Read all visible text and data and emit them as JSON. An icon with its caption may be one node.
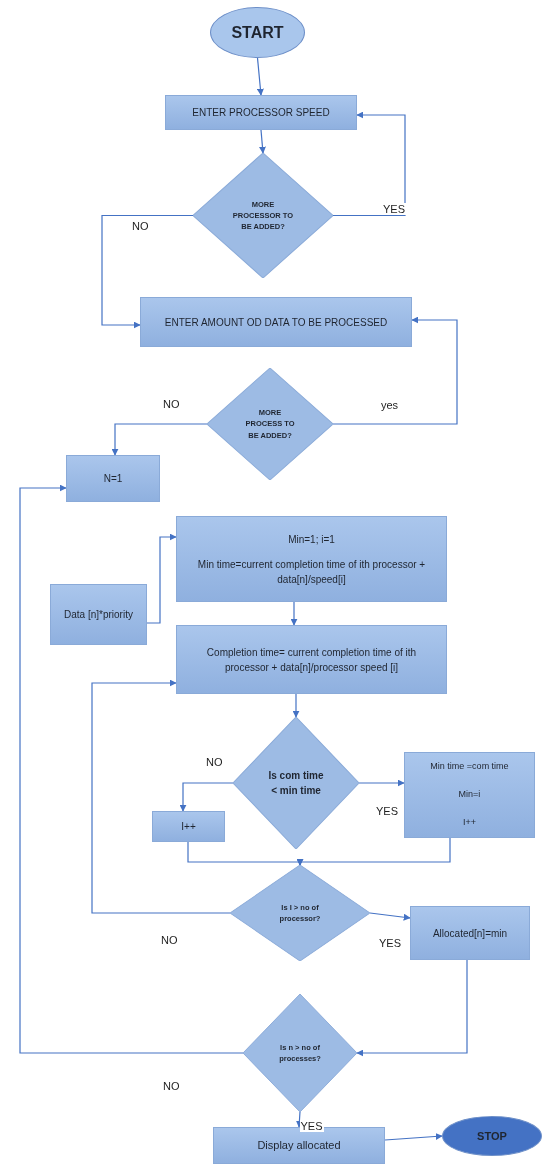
{
  "diagram": {
    "nodes": [
      {
        "text": [
          "START"
        ]
      },
      {
        "text": [
          "ENTER PROCESSOR SPEED"
        ]
      },
      {
        "text": [
          "MORE PROCESSOR TO BE ADDED?"
        ]
      },
      {
        "text": [
          "ENTER AMOUNT OD DATA TO BE PROCESSED"
        ]
      },
      {
        "text": [
          "MORE PROCESS TO BE ADDED?"
        ]
      },
      {
        "text": [
          "N=1"
        ]
      },
      {
        "text": [
          "Min=1; i=1",
          "Min time=current completion time of ith processor + data[n]/speed[i]"
        ]
      },
      {
        "text": [
          "Data [n]*priority"
        ]
      },
      {
        "text": [
          "Completion time= current completion time of ith processor + data[n]/processor speed [i]"
        ]
      },
      {
        "text": [
          "Is com time < min time"
        ]
      },
      {
        "text": [
          "I++"
        ]
      },
      {
        "text": [
          "Min time =com time",
          "Min=i",
          "I++"
        ]
      },
      {
        "text": [
          "Is I > no of processor?"
        ]
      },
      {
        "text": [
          "Allocated[n]=min"
        ]
      },
      {
        "text": [
          "Is n > no of processes?"
        ]
      },
      {
        "text": [
          "Display allocated"
        ]
      },
      {
        "text": [
          "STOP"
        ]
      }
    ],
    "edges": [
      {
        "from": 0,
        "to": 1,
        "arrow": "to"
      },
      {
        "from": 1,
        "to": 2,
        "arrow": "to"
      },
      {
        "from": 2,
        "to": 1,
        "arrow": "to",
        "label": "YES"
      },
      {
        "from": 2,
        "to": 3,
        "arrow": "to",
        "label": "NO"
      },
      {
        "from": 4,
        "to": 3,
        "arrow": "to",
        "label": "yes"
      },
      {
        "from": 4,
        "to": 5,
        "arrow": "to",
        "label": "NO"
      },
      {
        "from": 7,
        "to": 6,
        "arrow": "to"
      },
      {
        "from": 6,
        "to": 8,
        "arrow": "to"
      },
      {
        "from": 8,
        "to": 9,
        "arrow": "to"
      },
      {
        "from": 9,
        "to": 10,
        "arrow": "to",
        "label": "NO"
      },
      {
        "from": 9,
        "to": 11,
        "arrow": "to",
        "label": "YES"
      },
      {
        "from": 10,
        "to": 12,
        "arrow": "to"
      },
      {
        "from": 11,
        "to": 12,
        "arrow": "to"
      },
      {
        "from": 12,
        "to": 8,
        "arrow": "to",
        "label": "NO"
      },
      {
        "from": 12,
        "to": 13,
        "arrow": "to",
        "label": "YES"
      },
      {
        "from": 13,
        "to": 14,
        "arrow": "to"
      },
      {
        "from": 14,
        "to": 5,
        "arrow": "to",
        "label": "NO"
      },
      {
        "from": 14,
        "to": 15,
        "arrow": "to",
        "label": "YES"
      },
      {
        "from": 15,
        "to": 16,
        "arrow": "to"
      }
    ]
  }
}
